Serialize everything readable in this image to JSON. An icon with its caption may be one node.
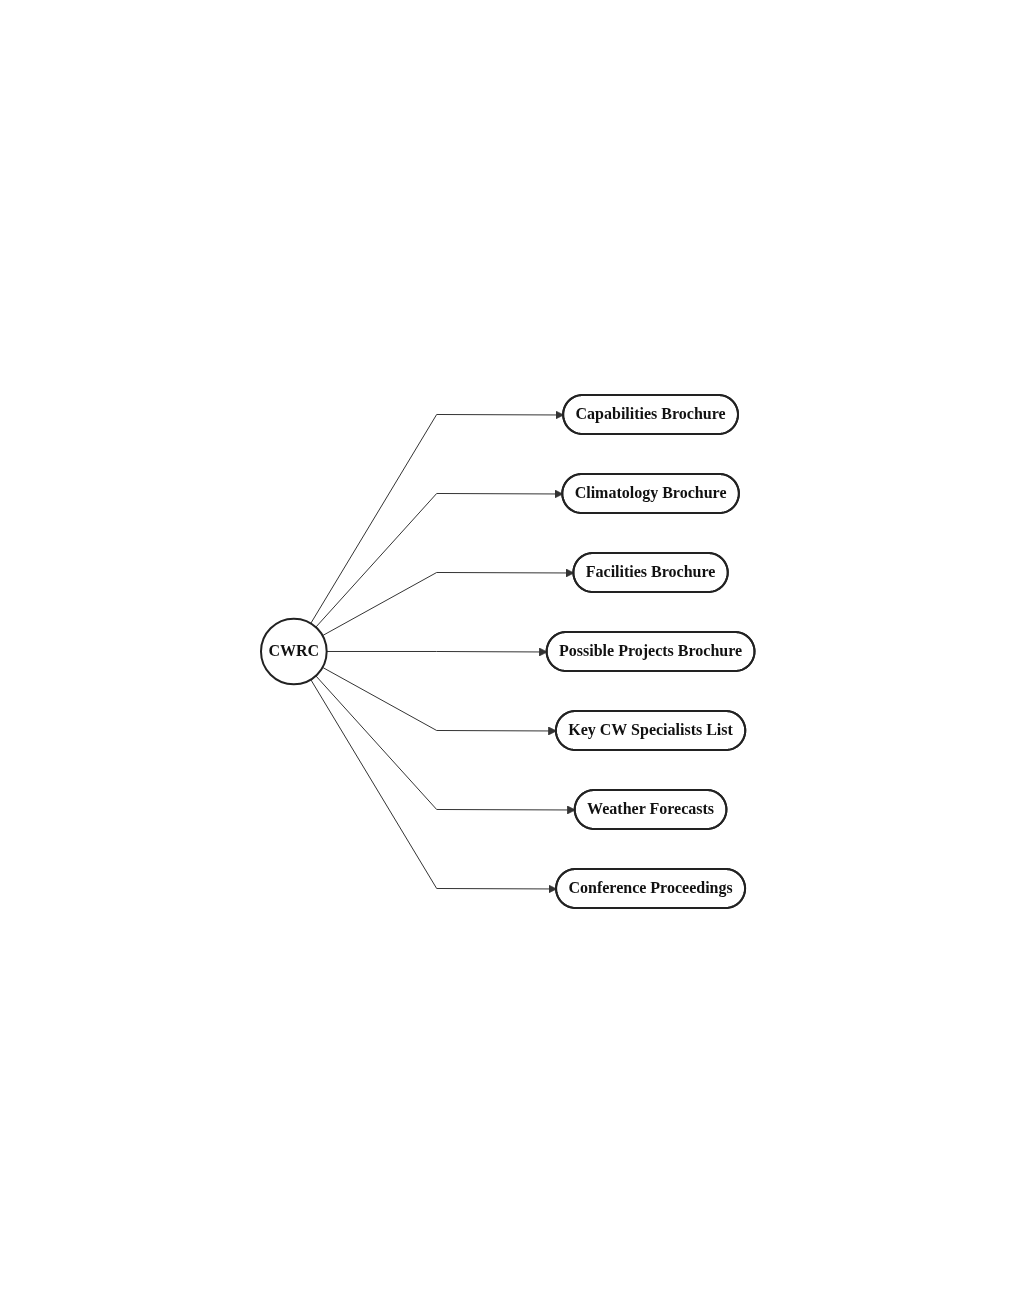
{
  "diagram": {
    "nodes": [
      {
        "text": [
          "CWRC"
        ]
      },
      {
        "text": [
          "Capabilities Brochure"
        ]
      },
      {
        "text": [
          "Climatology Brochure"
        ]
      },
      {
        "text": [
          "Facilities Brochure"
        ]
      },
      {
        "text": [
          "Possible Projects Brochure"
        ]
      },
      {
        "text": [
          "Key CW Specialists List"
        ]
      },
      {
        "text": [
          "Weather Forecasts"
        ]
      },
      {
        "text": [
          "Conference Proceedings"
        ]
      }
    ],
    "edges": [
      {
        "from": 0,
        "to": 1,
        "arrow": "to"
      },
      {
        "from": 0,
        "to": 2,
        "arrow": "to"
      },
      {
        "from": 0,
        "to": 3,
        "arrow": "to"
      },
      {
        "from": 0,
        "to": 4,
        "arrow": "to"
      },
      {
        "from": 0,
        "to": 5,
        "arrow": "to"
      },
      {
        "from": 0,
        "to": 6,
        "arrow": "to"
      },
      {
        "from": 0,
        "to": 7,
        "arrow": "to"
      }
    ]
  }
}
